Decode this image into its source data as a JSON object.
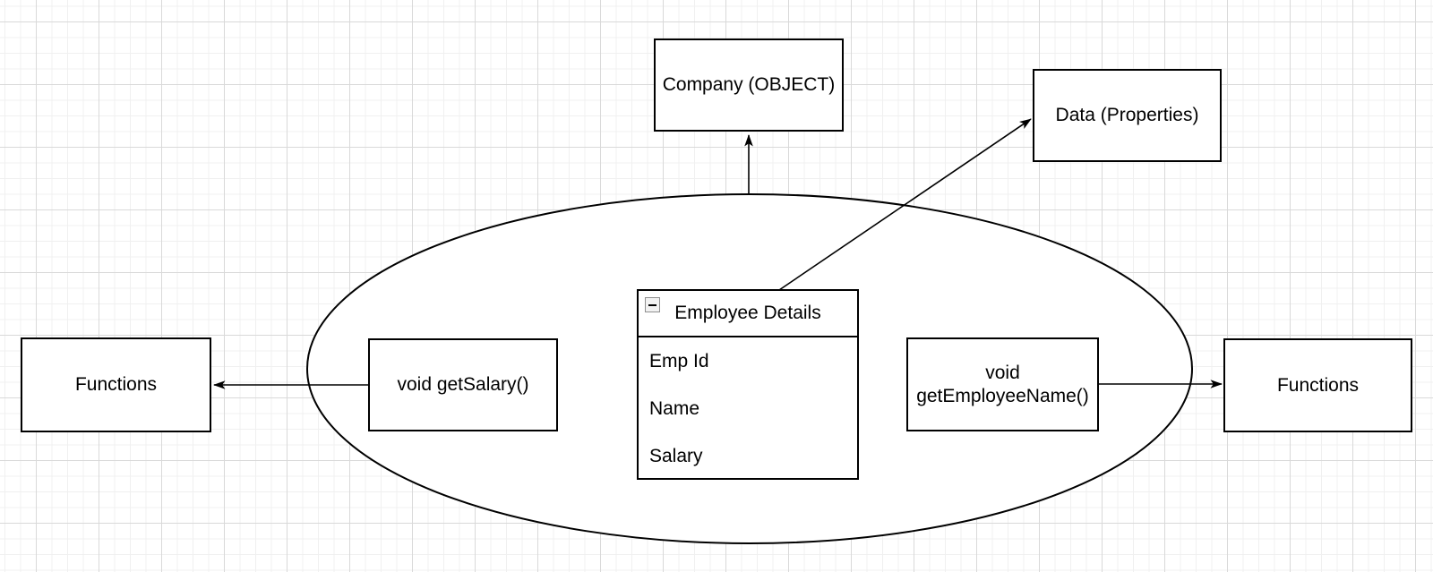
{
  "diagram": {
    "company": {
      "label": "Company (OBJECT)"
    },
    "data_properties": {
      "label": "Data (Properties)"
    },
    "functions_left": {
      "label": "Functions"
    },
    "functions_right": {
      "label": "Functions"
    },
    "get_salary": {
      "label": "void getSalary()"
    },
    "get_employee_name": {
      "label": "void getEmployeeName()"
    },
    "employee_details": {
      "title": "Employee Details",
      "rows": [
        "Emp Id",
        "Name",
        "Salary"
      ],
      "collapse_icon": "minus-icon"
    }
  },
  "colors": {
    "shape_stroke": "#000000",
    "shape_fill": "#ffffff",
    "text": "#000000",
    "grid_minor": "#f0f0f0",
    "grid_major": "#d9d9d9",
    "collapse_icon_border": "#8f8f8f",
    "collapse_icon_fill": "#f2f2f2"
  }
}
